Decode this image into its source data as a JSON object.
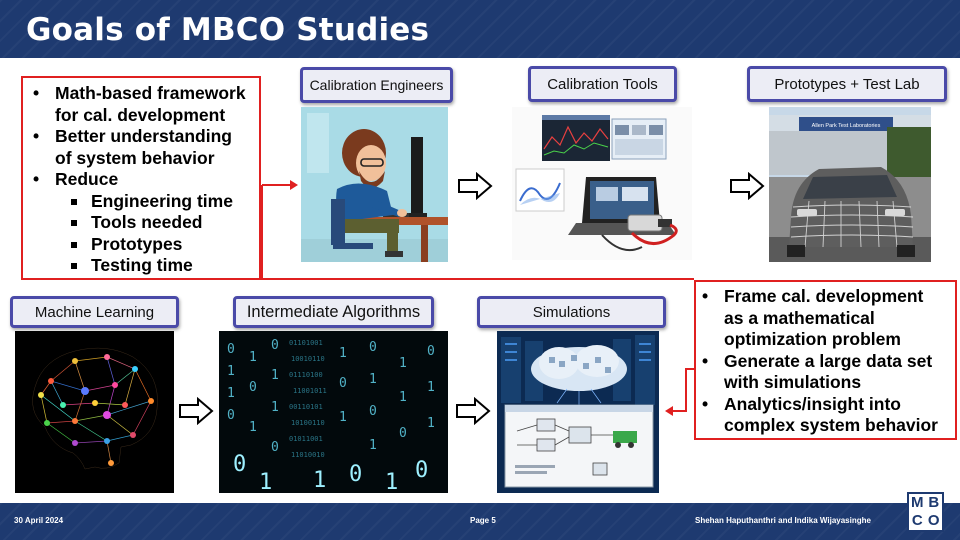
{
  "slide": {
    "title": "Goals of MBCO Studies",
    "footer_date": "30 April 2024",
    "footer_page": "Page 5",
    "footer_authors": "Shehan Haputhanthri and Indika Wijayasinghe",
    "logo_letters": [
      "M",
      "B",
      "C",
      "O"
    ]
  },
  "goals_box": {
    "bullets": [
      {
        "text": "Math-based framework",
        "level": 1
      },
      {
        "text": "for cal. development",
        "level": 0
      },
      {
        "text": "Better understanding",
        "level": 1
      },
      {
        "text": "of system behavior",
        "level": 0
      },
      {
        "text": "Reduce",
        "level": 1
      },
      {
        "text": "Engineering time",
        "level": 2
      },
      {
        "text": "Tools needed",
        "level": 2
      },
      {
        "text": "Prototypes",
        "level": 2
      },
      {
        "text": "Testing time",
        "level": 2
      }
    ]
  },
  "top_row": {
    "calibration_engineers": "Calibration Engineers",
    "calibration_tools": "Calibration Tools",
    "prototypes_test_lab": "Prototypes + Test Lab",
    "building_sign": "Allen Park Test Laboratories"
  },
  "bottom_row": {
    "machine_learning": "Machine Learning",
    "intermediate_algorithms": "Intermediate Algorithms",
    "simulations": "Simulations"
  },
  "mbco_box": {
    "bullets": [
      {
        "text": "Frame cal. development",
        "level": 1
      },
      {
        "text": "as a mathematical",
        "level": 0
      },
      {
        "text": "optimization problem",
        "level": 0
      },
      {
        "text": "Generate a large data set",
        "level": 1
      },
      {
        "text": "with simulations",
        "level": 0
      },
      {
        "text": "Analytics/insight into",
        "level": 1
      },
      {
        "text": "complex system behavior",
        "level": 0
      }
    ]
  },
  "colors": {
    "navy": "#1e3a70",
    "red_outline": "#e02020",
    "label_border": "#4a4aa8"
  },
  "icons": [
    "right-arrow-icon",
    "red-flow-arrow-icon"
  ]
}
